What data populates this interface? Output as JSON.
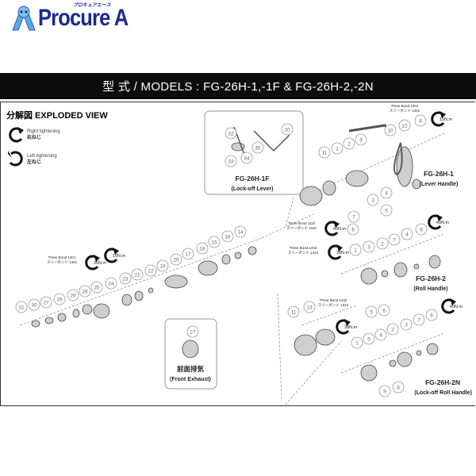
{
  "logo": {
    "text": "Procure A",
    "kana": "プロキュアエース"
  },
  "header": {
    "title": "型 式 / MODELS : FG-26H-1,-1F & FG-26H-2,-2N"
  },
  "section": {
    "title": "分解図  EXPLODED VIEW"
  },
  "legend": {
    "right_en": "Right tightening",
    "right_jp": "右ねじ",
    "left_en": "Left  tightening",
    "left_jp": "左ねじ"
  },
  "models": {
    "m1f": {
      "name": "FG-26H-1F",
      "sub": "(Lock-off Lever)"
    },
    "m1": {
      "name": "FG-26H-1",
      "sub": "(Lever Handle)"
    },
    "m2": {
      "name": "FG-26H-2",
      "sub": "(Roll Handle)"
    },
    "m2n": {
      "name": "FG-26H-2N",
      "sub": "(Lock-off  Roll Handle)"
    },
    "front": {
      "name": "前面排気",
      "sub": "(Front Exhaust)"
    }
  },
  "torques": [
    "15N.m",
    "40N.m",
    "40N.m",
    "38N.m",
    "38N.m",
    "40N.m",
    "35N.m",
    "10N.m"
  ],
  "adhesives": [
    {
      "en": "Three Bond  1401",
      "jp": "スリーボンド 1401"
    },
    {
      "en": "Three Bond  1110",
      "jp": "スリーボンド 1110"
    },
    {
      "en": "Three Bond  1342",
      "jp": "スリーボンド 1342"
    },
    {
      "en": "Three Bond  1342",
      "jp": "スリーボンド 1342"
    },
    {
      "en": "Three Bond  1401",
      "jp": "スリーボンド 1401"
    }
  ],
  "balloons": [
    "31",
    "30",
    "27",
    "26",
    "29",
    "28",
    "25",
    "24",
    "23",
    "21",
    "22",
    "19",
    "20",
    "17",
    "18",
    "15",
    "16",
    "14",
    "32",
    "33",
    "34",
    "35",
    "10",
    "11",
    "1",
    "2",
    "9",
    "10",
    "12",
    "8",
    "3",
    "4",
    "7",
    "5",
    "6",
    "1",
    "3",
    "2",
    "7",
    "4",
    "8",
    "5",
    "6",
    "11",
    "13",
    "1",
    "5",
    "4",
    "2",
    "3",
    "7",
    "6",
    "9",
    "8",
    "27"
  ]
}
